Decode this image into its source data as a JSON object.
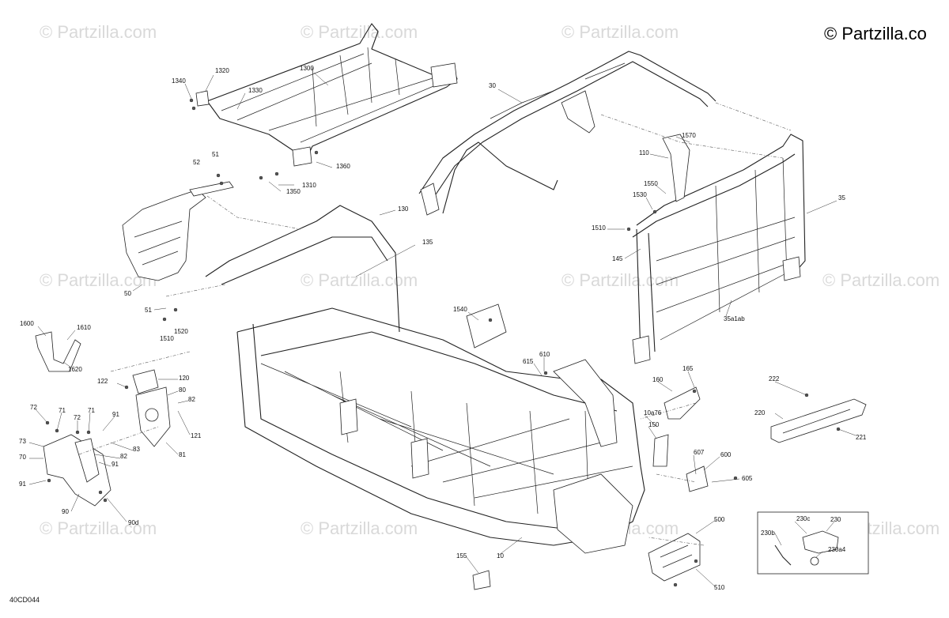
{
  "copyright": "© Partzilla.co",
  "diagram_code": "40CD044",
  "watermark_text": "© Partzilla.com",
  "callouts": [
    {
      "id": "1300",
      "text": "1300"
    },
    {
      "id": "1320",
      "text": "1320"
    },
    {
      "id": "1330",
      "text": "1330"
    },
    {
      "id": "1340",
      "text": "1340"
    },
    {
      "id": "1360",
      "text": "1360"
    },
    {
      "id": "1310",
      "text": "1310"
    },
    {
      "id": "1350",
      "text": "1350"
    },
    {
      "id": "51a",
      "text": "51"
    },
    {
      "id": "52",
      "text": "52"
    },
    {
      "id": "30",
      "text": "30"
    },
    {
      "id": "1570",
      "text": "1570"
    },
    {
      "id": "110",
      "text": "110"
    },
    {
      "id": "1550",
      "text": "1550"
    },
    {
      "id": "1530",
      "text": "1530"
    },
    {
      "id": "1510a",
      "text": "1510"
    },
    {
      "id": "35",
      "text": "35"
    },
    {
      "id": "130",
      "text": "130"
    },
    {
      "id": "135",
      "text": "135"
    },
    {
      "id": "145",
      "text": "145"
    },
    {
      "id": "50",
      "text": "50"
    },
    {
      "id": "51b",
      "text": "51"
    },
    {
      "id": "1520",
      "text": "1520"
    },
    {
      "id": "1510b",
      "text": "1510"
    },
    {
      "id": "35a1ab",
      "text": "35a1ab"
    },
    {
      "id": "1600",
      "text": "1600"
    },
    {
      "id": "1610",
      "text": "1610"
    },
    {
      "id": "1620",
      "text": "1620"
    },
    {
      "id": "1540",
      "text": "1540"
    },
    {
      "id": "610",
      "text": "610"
    },
    {
      "id": "615",
      "text": "615"
    },
    {
      "id": "165",
      "text": "165"
    },
    {
      "id": "160",
      "text": "160"
    },
    {
      "id": "120",
      "text": "120"
    },
    {
      "id": "122",
      "text": "122"
    },
    {
      "id": "80",
      "text": "80"
    },
    {
      "id": "82a",
      "text": "82"
    },
    {
      "id": "222",
      "text": "222"
    },
    {
      "id": "220",
      "text": "220"
    },
    {
      "id": "221",
      "text": "221"
    },
    {
      "id": "72a",
      "text": "72"
    },
    {
      "id": "71a",
      "text": "71"
    },
    {
      "id": "72b",
      "text": "72"
    },
    {
      "id": "71b",
      "text": "71"
    },
    {
      "id": "91a",
      "text": "91"
    },
    {
      "id": "121",
      "text": "121"
    },
    {
      "id": "10a76",
      "text": "10a76"
    },
    {
      "id": "150",
      "text": "150"
    },
    {
      "id": "73",
      "text": "73"
    },
    {
      "id": "82b",
      "text": "82"
    },
    {
      "id": "83",
      "text": "83"
    },
    {
      "id": "81",
      "text": "81"
    },
    {
      "id": "70",
      "text": "70"
    },
    {
      "id": "91b",
      "text": "91"
    },
    {
      "id": "607",
      "text": "607"
    },
    {
      "id": "600",
      "text": "600"
    },
    {
      "id": "605",
      "text": "605"
    },
    {
      "id": "91c",
      "text": "91"
    },
    {
      "id": "90",
      "text": "90"
    },
    {
      "id": "90d",
      "text": "90d"
    },
    {
      "id": "230c",
      "text": "230c"
    },
    {
      "id": "230",
      "text": "230"
    },
    {
      "id": "230b",
      "text": "230b"
    },
    {
      "id": "230a4",
      "text": "230a4"
    },
    {
      "id": "500",
      "text": "500"
    },
    {
      "id": "155",
      "text": "155"
    },
    {
      "id": "10",
      "text": "10"
    },
    {
      "id": "510",
      "text": "510"
    }
  ]
}
